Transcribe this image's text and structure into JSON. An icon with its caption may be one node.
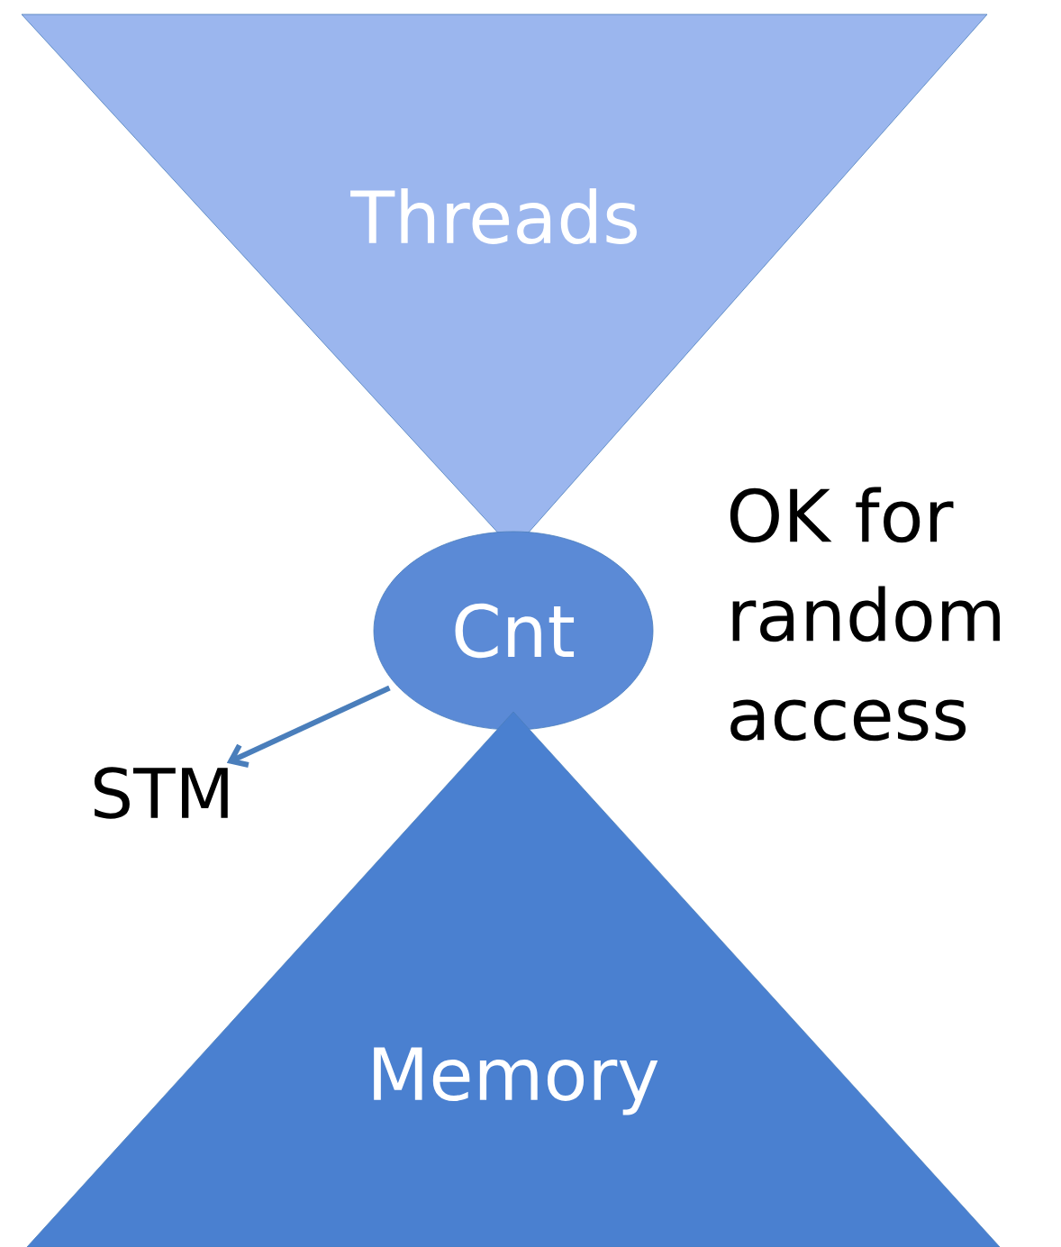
{
  "diagram": {
    "nodes": [
      {
        "text": [
          "Threads"
        ]
      },
      {
        "text": [
          "Cnt"
        ]
      },
      {
        "text": [
          "Memory"
        ]
      },
      {
        "text": [
          "STM"
        ]
      }
    ],
    "edges": [
      {
        "from": 1,
        "to": 3,
        "arrow": "to",
        "color": "#4a7ebb"
      }
    ],
    "labels": [
      "OK for random access"
    ]
  }
}
